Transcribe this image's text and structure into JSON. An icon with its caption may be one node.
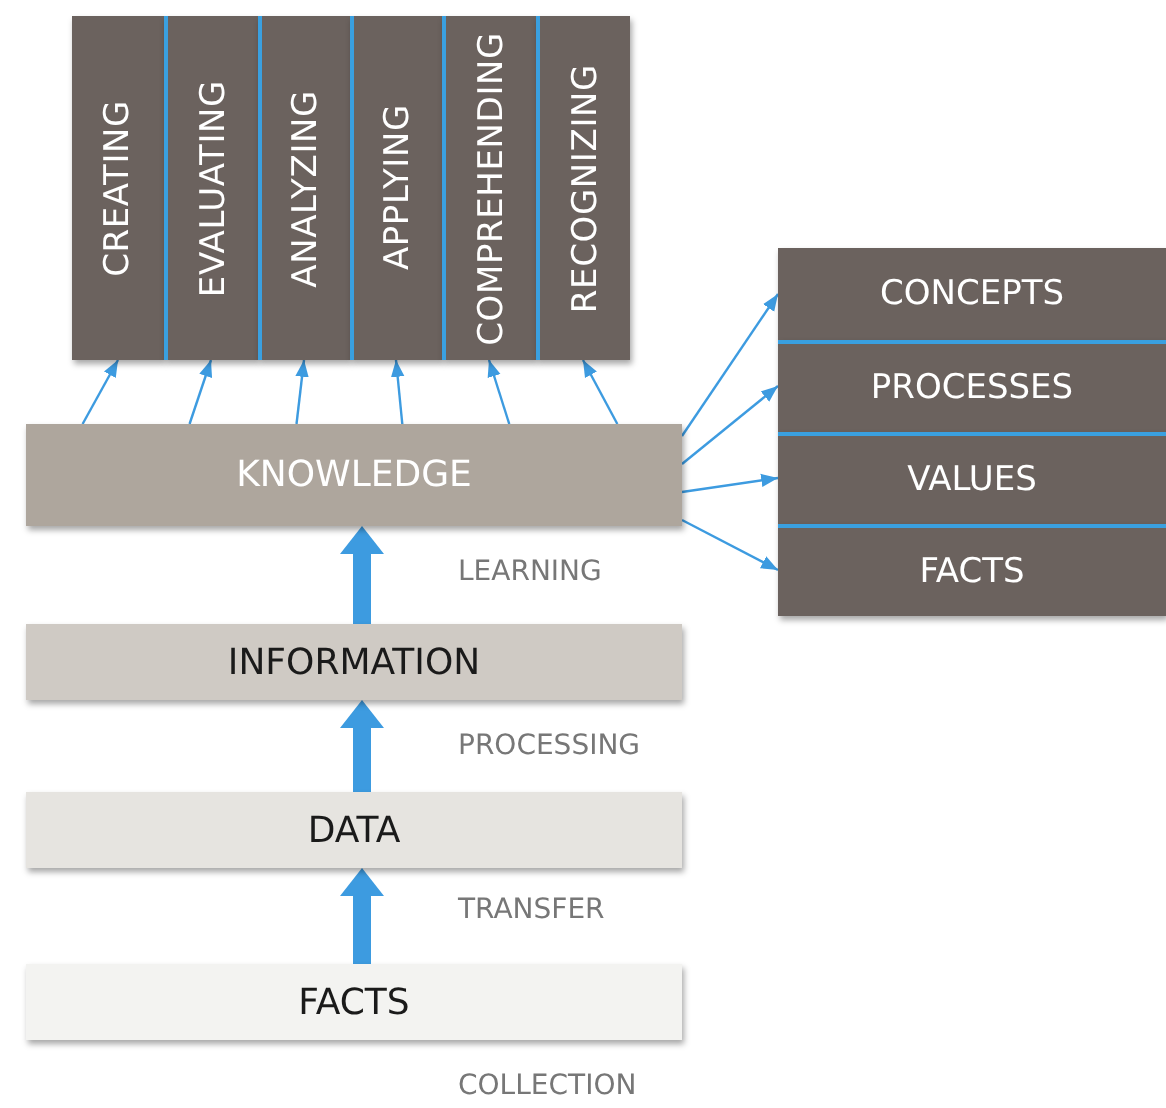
{
  "diagram": {
    "nodes": [
      {
        "text": [
          "CREATING"
        ]
      },
      {
        "text": [
          "EVALUATING"
        ]
      },
      {
        "text": [
          "ANALYZING"
        ]
      },
      {
        "text": [
          "APPLYING"
        ]
      },
      {
        "text": [
          "COMPREHENDING"
        ]
      },
      {
        "text": [
          "RECOGNIZING"
        ]
      },
      {
        "text": [
          "CONCEPTS"
        ]
      },
      {
        "text": [
          "PROCESSES"
        ]
      },
      {
        "text": [
          "VALUES"
        ]
      },
      {
        "text": [
          "FACTS"
        ]
      },
      {
        "text": [
          "KNOWLEDGE"
        ]
      },
      {
        "text": [
          "INFORMATION"
        ]
      },
      {
        "text": [
          "DATA"
        ]
      },
      {
        "text": [
          "FACTS"
        ]
      }
    ],
    "edges": [
      {
        "from": 10,
        "to": 0,
        "arrow": "to"
      },
      {
        "from": 10,
        "to": 1,
        "arrow": "to"
      },
      {
        "from": 10,
        "to": 2,
        "arrow": "to"
      },
      {
        "from": 10,
        "to": 3,
        "arrow": "to"
      },
      {
        "from": 10,
        "to": 4,
        "arrow": "to"
      },
      {
        "from": 10,
        "to": 5,
        "arrow": "to"
      },
      {
        "from": 10,
        "to": 6,
        "arrow": "to"
      },
      {
        "from": 10,
        "to": 7,
        "arrow": "to"
      },
      {
        "from": 10,
        "to": 8,
        "arrow": "to"
      },
      {
        "from": 10,
        "to": 9,
        "arrow": "to"
      },
      {
        "from": 11,
        "to": 10,
        "arrow": "to",
        "label": "LEARNING",
        "style": "thick"
      },
      {
        "from": 12,
        "to": 11,
        "arrow": "to",
        "label": "PROCESSING",
        "style": "thick"
      },
      {
        "from": 13,
        "to": 12,
        "arrow": "to",
        "label": "TRANSFER",
        "style": "thick"
      }
    ],
    "labels": [
      "COLLECTION"
    ]
  }
}
